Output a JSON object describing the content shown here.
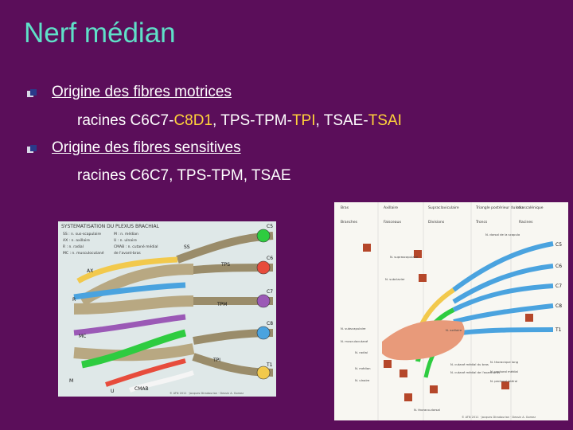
{
  "slide": {
    "title": "Nerf médian",
    "bullets": [
      {
        "heading": "Origine des fibres motrices",
        "detail_parts": [
          "racines C6C7-",
          "C8D1",
          ", TPS-TPM-",
          "TPI",
          ", TSAE-",
          "TSAI"
        ]
      },
      {
        "heading": "Origine des fibres sensitives",
        "detail": "racines C6C7, TPS-TPM, TSAE"
      }
    ]
  },
  "left_figure": {
    "header": "SYSTEMATISATION DU PLEXUS BRACHIAL",
    "legend": [
      "SS : n. sus-scapulaire",
      "M : n. médian",
      "AX : n. axillaire",
      "U : n. ulnaire",
      "R : n. radial",
      "CMAB : n. cutané médial",
      "MC : n. musculocutané",
      "de l'avant-bras"
    ],
    "roots": [
      "C5",
      "C6",
      "C7",
      "C8",
      "T1"
    ],
    "trunks": [
      "TPS",
      "TPM",
      "TPI"
    ],
    "nerve_labels": [
      "SS",
      "AX",
      "R",
      "MC",
      "M",
      "U",
      "CMAB"
    ],
    "credit": "© ATN 2011 · Jacques Diradourian · Dessin A. Gomez"
  },
  "right_figure": {
    "columns": [
      "Bras",
      "Axillaire",
      "Supraclaviculaire",
      "Triangle postérieur du cou",
      "Infrascalénique"
    ],
    "subcolumns": [
      "Branches",
      "Faisceaux",
      "Divisions",
      "Troncs",
      "Racines"
    ],
    "roots": [
      "C5",
      "C6",
      "C7",
      "C8",
      "T1"
    ],
    "labels": [
      "N. dorsal de la scapula",
      "N. suprascapulaire",
      "N. subclavier",
      "N. subscapulaire",
      "N. axillaire",
      "N. radial",
      "N. médian",
      "N. ulnaire",
      "N. thoracique long",
      "N. pectoral médial",
      "N. pectoral latéral",
      "N. thoraco-dorsal",
      "N. cutané médial du bras",
      "N. cutané médial de l'avant-bras",
      "N. musculocutané"
    ],
    "credit": "© ATN 2011 · Jacques Diradourian · Dessin A. Gomez"
  },
  "colors": {
    "background": "#5b0e5a",
    "title": "#5fe0c8",
    "text": "#ffffff",
    "highlight": "#ffd23a"
  }
}
